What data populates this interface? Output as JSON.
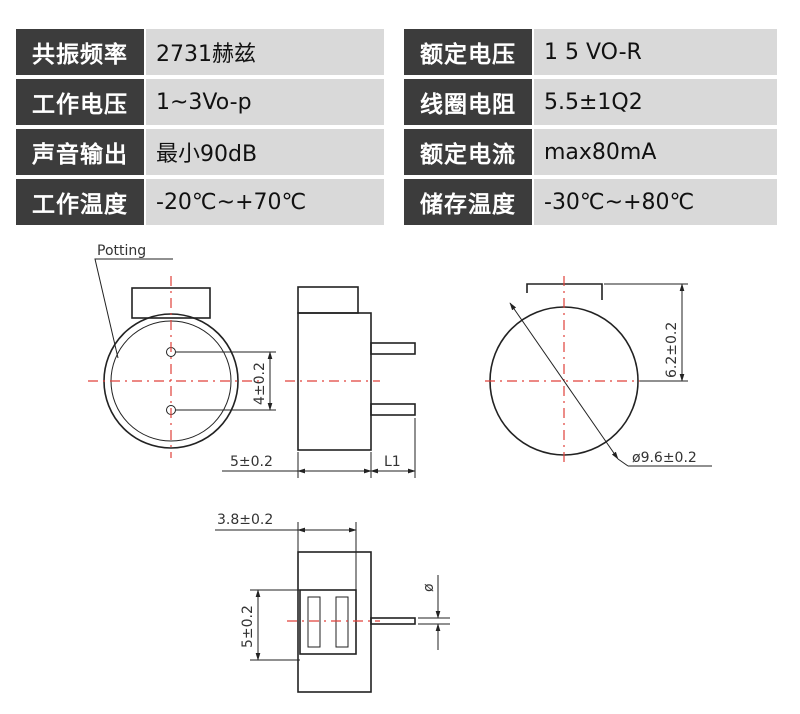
{
  "specs": [
    {
      "label_left": "共振频率",
      "value_left": "2731赫兹",
      "label_right": "额定电压",
      "value_right": "1 5 VO-R"
    },
    {
      "label_left": "工作电压",
      "value_left": "1~3Vo-p",
      "label_right": "线圈电阻",
      "value_right": "5.5±1Q2"
    },
    {
      "label_left": "声音输出",
      "value_left": "最小90dB",
      "label_right": "额定电流",
      "value_right": "max80mA"
    },
    {
      "label_left": "工作温度",
      "value_left": "-20℃~+70℃",
      "label_right": "储存温度",
      "value_right": "-30℃~+80℃"
    }
  ],
  "drawing": {
    "potting_label": "Potting",
    "dim_pin_spacing": "4±0.2",
    "dim_body_height": "5±0.2",
    "dim_pin_length": "L1",
    "dim_tab_height": "6.2±0.2",
    "dim_diameter": "ø9.6±0.2",
    "dim_bottom_width": "3.8±0.2",
    "dim_bottom_height": "5±0.2",
    "dim_pin_diameter": "ø"
  }
}
